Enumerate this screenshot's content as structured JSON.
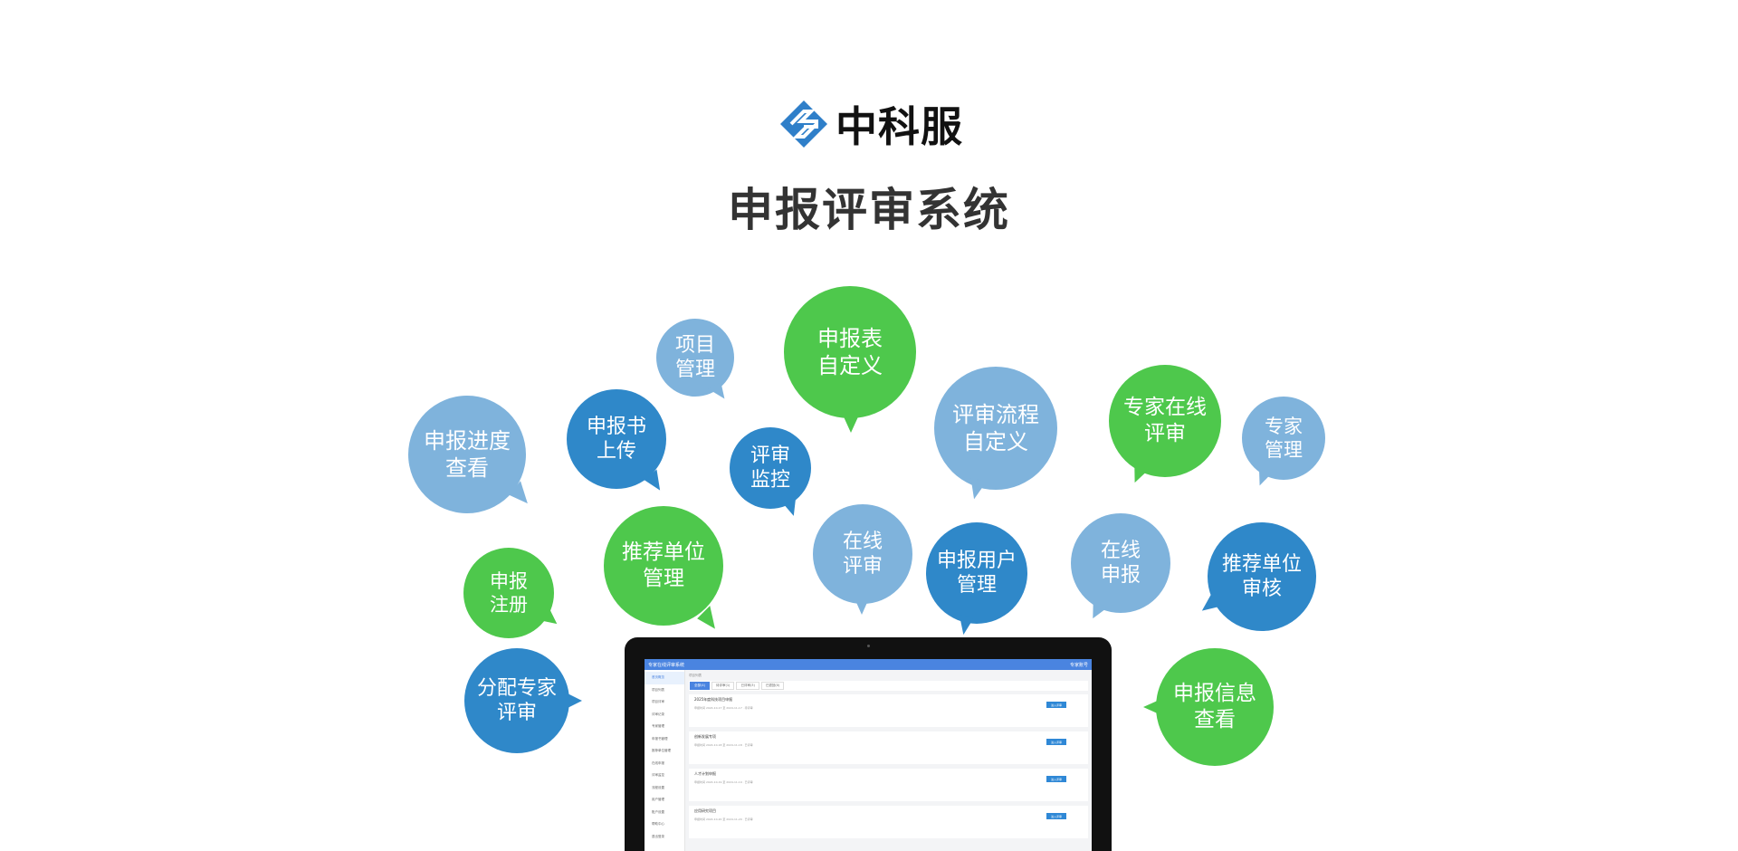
{
  "brand": {
    "name": "中科服",
    "colors": {
      "primary": "#2f7fc9",
      "text": "#111111"
    }
  },
  "page_title": "申报评审系统",
  "colors": {
    "light_blue": "#7fb3dc",
    "dark_blue": "#2f88c9",
    "green": "#4ec84c"
  },
  "bubbles": [
    {
      "id": "project-management",
      "lines": [
        "项目",
        "管理"
      ]
    },
    {
      "id": "form-customization",
      "lines": [
        "申报表",
        "自定义"
      ]
    },
    {
      "id": "progress-view",
      "lines": [
        "申报进度",
        "查看"
      ]
    },
    {
      "id": "document-upload",
      "lines": [
        "申报书",
        "上传"
      ]
    },
    {
      "id": "review-monitoring",
      "lines": [
        "评审",
        "监控"
      ]
    },
    {
      "id": "review-workflow",
      "lines": [
        "评审流程",
        "自定义"
      ]
    },
    {
      "id": "expert-online-review",
      "lines": [
        "专家在线",
        "评审"
      ]
    },
    {
      "id": "expert-management",
      "lines": [
        "专家",
        "管理"
      ]
    },
    {
      "id": "registration",
      "lines": [
        "申报",
        "注册"
      ]
    },
    {
      "id": "recommender-management",
      "lines": [
        "推荐单位",
        "管理"
      ]
    },
    {
      "id": "online-review",
      "lines": [
        "在线",
        "评审"
      ]
    },
    {
      "id": "user-management",
      "lines": [
        "申报用户",
        "管理"
      ]
    },
    {
      "id": "online-application",
      "lines": [
        "在线",
        "申报"
      ]
    },
    {
      "id": "recommender-audit",
      "lines": [
        "推荐单位",
        "审核"
      ]
    },
    {
      "id": "assign-experts",
      "lines": [
        "分配专家",
        "评审"
      ]
    },
    {
      "id": "application-info",
      "lines": [
        "申报信息",
        "查看"
      ]
    }
  ],
  "laptop_screen": {
    "app_title": "专家在线评审系统",
    "user": "专家账号",
    "breadcrumb": "项目列表",
    "tabs": [
      "全部(4)",
      "待评审(1)",
      "已评审(3)",
      "已退回(0)"
    ],
    "sidebar": [
      "首页概览",
      "项目列表",
      "项目评审",
      "评审记录",
      "专家管理",
      "申报书管理",
      "推荐单位管理",
      "在线申报",
      "评审监控",
      "流程设置",
      "用户管理",
      "账户设置",
      "帮助中心",
      "退出登录"
    ],
    "cards": [
      {
        "title": "2025年度科技项目申报",
        "meta": "申报时间 2024-10-17 至 2024-11-17 · 待评审",
        "button": "进入评审"
      },
      {
        "title": "创新发展专项",
        "meta": "申报时间 2024-10-18 至 2024-11-18 · 已评审",
        "button": "进入评审"
      },
      {
        "title": "人才计划申报",
        "meta": "申报时间 2024-10-19 至 2024-11-19 · 已评审",
        "button": "进入评审"
      },
      {
        "title": "应用研究项目",
        "meta": "申报时间 2024-10-20 至 2024-11-20 · 已评审",
        "button": "进入评审"
      }
    ]
  }
}
